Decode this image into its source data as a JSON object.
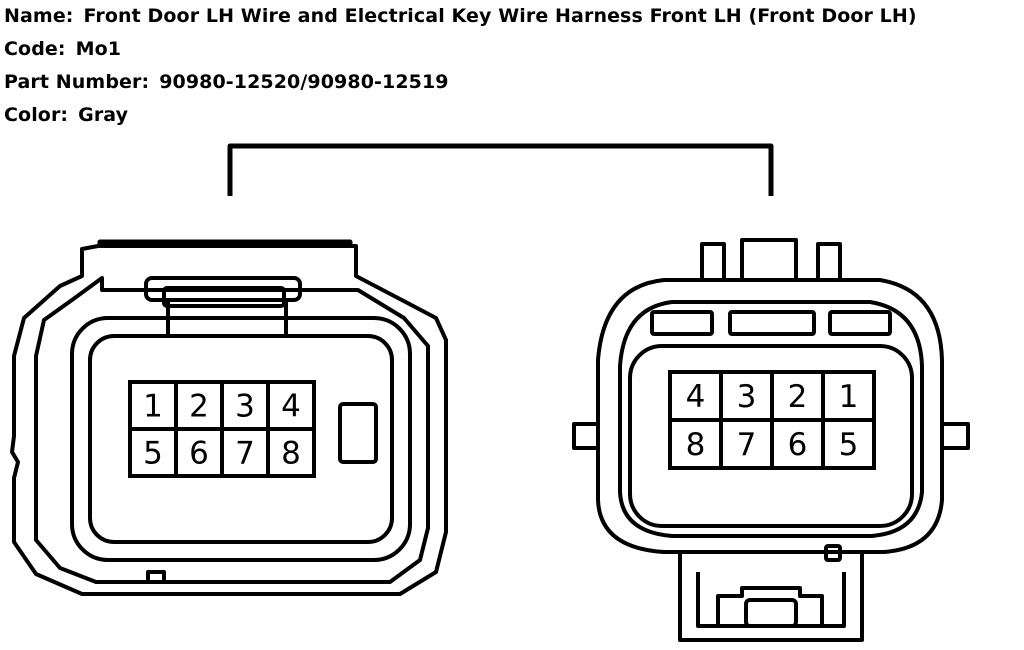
{
  "info": [
    {
      "key": "Name:",
      "value": "Front Door LH Wire and Electrical Key Wire Harness Front LH (Front Door LH)"
    },
    {
      "key": "Code:",
      "value": "Mo1"
    },
    {
      "key": "Part Number:",
      "value": "90980-12520/90980-12519"
    },
    {
      "key": "Color:",
      "value": "Gray"
    }
  ],
  "connectors": {
    "left": {
      "rows": [
        [
          "1",
          "2",
          "3",
          "4"
        ],
        [
          "5",
          "6",
          "7",
          "8"
        ]
      ]
    },
    "right": {
      "rows": [
        [
          "4",
          "3",
          "2",
          "1"
        ],
        [
          "8",
          "7",
          "6",
          "5"
        ]
      ]
    }
  },
  "colors": {
    "line": "#000000",
    "background": "#ffffff"
  }
}
